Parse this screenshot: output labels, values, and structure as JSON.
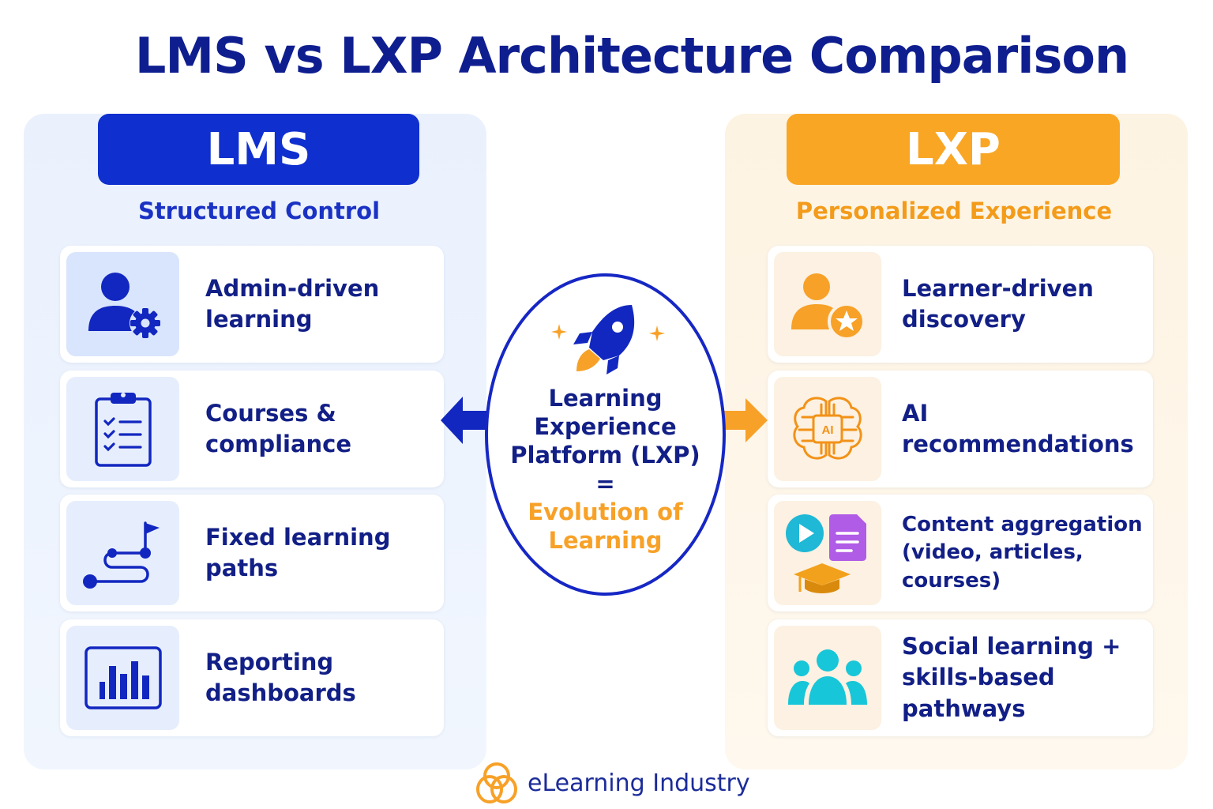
{
  "title": "LMS vs LXP Architecture Comparison",
  "lms": {
    "heading": "LMS",
    "subtitle": "Structured Control",
    "accent_color": "#0f2fcf",
    "items": [
      {
        "label": "Admin-driven learning",
        "icon": "user-gear-icon"
      },
      {
        "label": "Courses & compliance",
        "icon": "clipboard-checklist-icon"
      },
      {
        "label": "Fixed learning paths",
        "icon": "path-flag-icon"
      },
      {
        "label": "Reporting dashboards",
        "icon": "bar-chart-icon"
      }
    ]
  },
  "lxp": {
    "heading": "LXP",
    "subtitle": "Personalized Experience",
    "accent_color": "#f9a625",
    "items": [
      {
        "label": "Learner-driven discovery",
        "icon": "user-star-icon"
      },
      {
        "label": "AI recommendations",
        "icon": "ai-brain-icon"
      },
      {
        "label": "Content aggregation (video, articles, courses)",
        "icon": "content-mix-icon"
      },
      {
        "label": "Social learning + skills-based pathways",
        "icon": "people-group-icon"
      }
    ]
  },
  "center": {
    "line1": "Learning",
    "line2": "Experience",
    "line3": "Platform (LXP)",
    "equals": "=",
    "accent_line1": "Evolution of",
    "accent_line2": "Learning",
    "icon": "rocket-icon"
  },
  "brand": {
    "name": "eLearning Industry",
    "icon": "elearning-logo-icon"
  }
}
